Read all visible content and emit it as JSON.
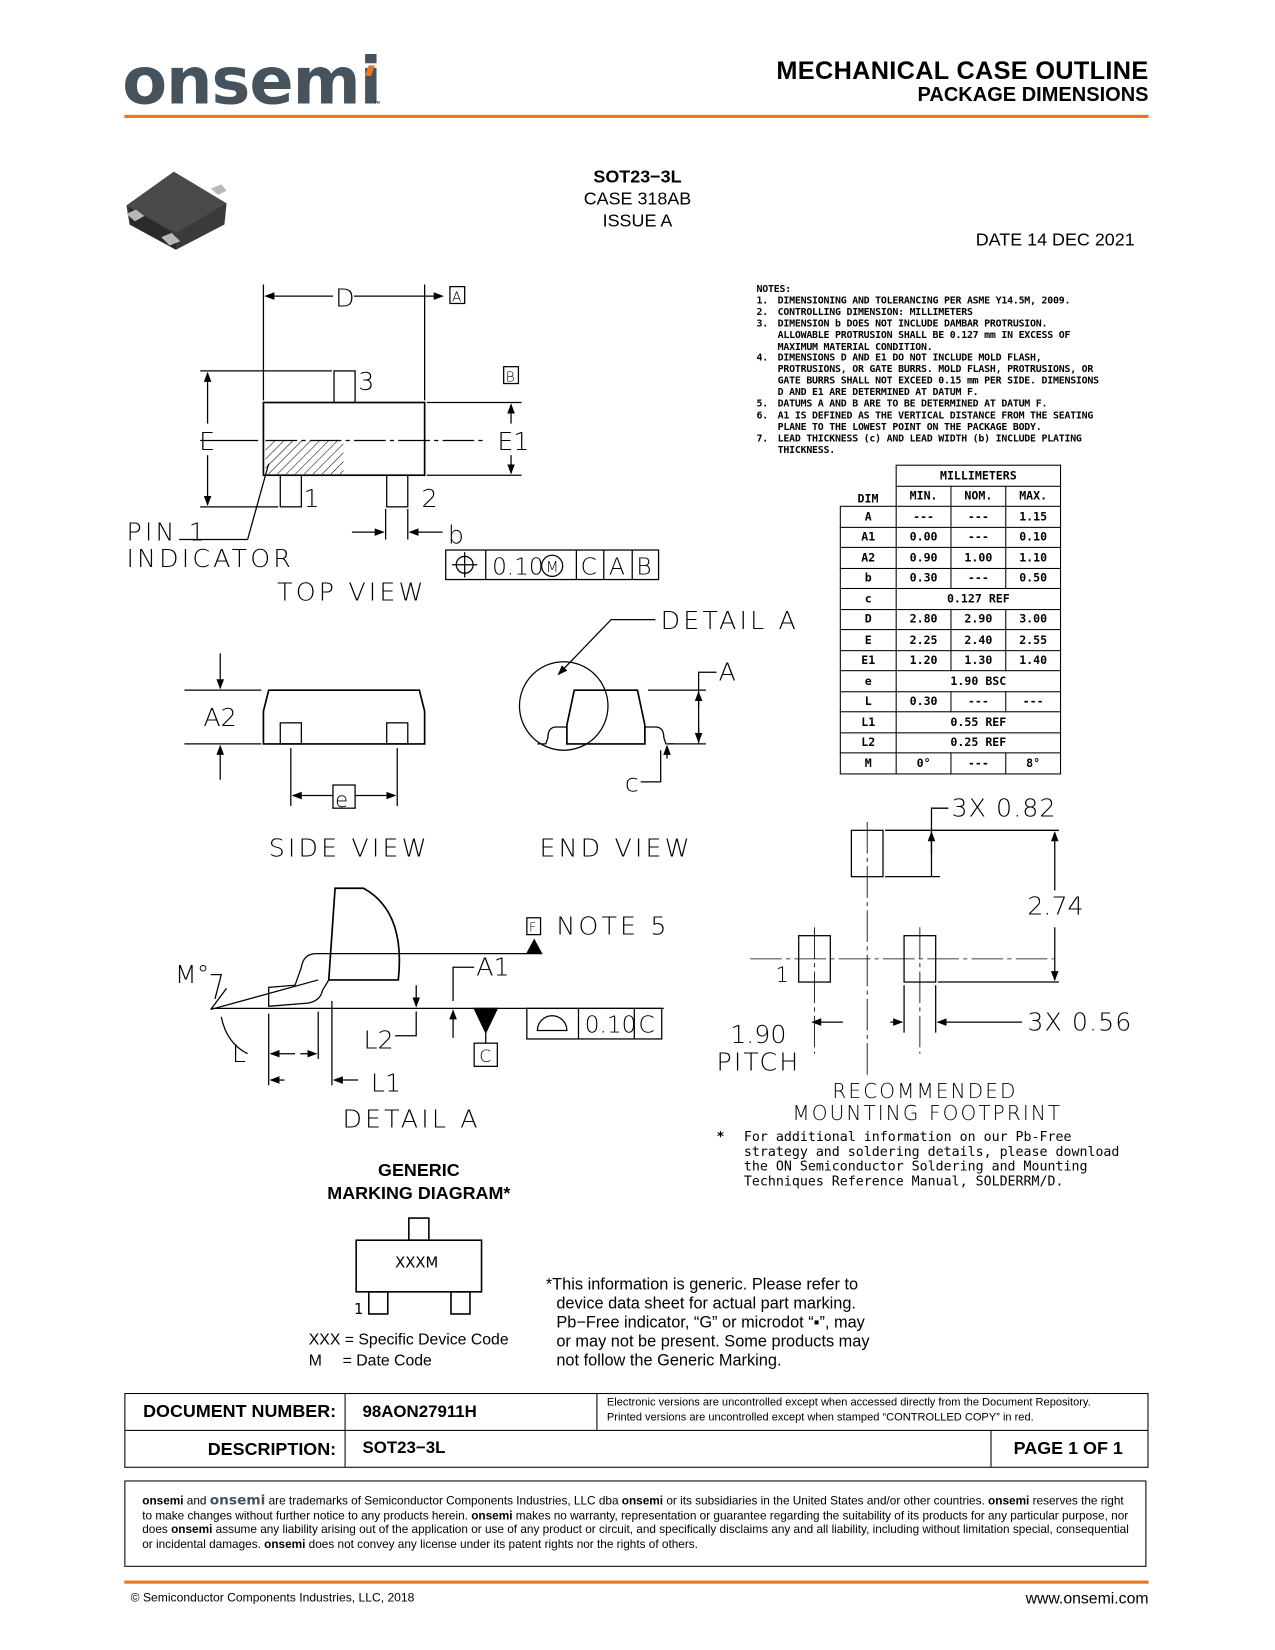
{
  "header": {
    "logo": "onsemi",
    "trademark": "™",
    "title": "MECHANICAL CASE OUTLINE",
    "subtitle": "PACKAGE DIMENSIONS"
  },
  "package": {
    "name": "SOT23−3L",
    "case": "CASE 318AB",
    "issue": "ISSUE A",
    "date": "DATE 14 DEC 2021"
  },
  "notes": {
    "title": "NOTES:",
    "items": [
      {
        "num": "1.",
        "lines": [
          "DIMENSIONING AND TOLERANCING PER ASME Y14.5M, 2009."
        ]
      },
      {
        "num": "2.",
        "lines": [
          "CONTROLLING DIMENSION: MILLIMETERS"
        ]
      },
      {
        "num": "3.",
        "lines": [
          "DIMENSION b DOES NOT INCLUDE DAMBAR PROTRUSION.",
          "ALLOWABLE PROTRUSION SHALL BE 0.127 mm IN EXCESS OF",
          "MAXIMUM MATERIAL CONDITION."
        ]
      },
      {
        "num": "4.",
        "lines": [
          "DIMENSIONS D AND E1 DO NOT INCLUDE MOLD FLASH,",
          "PROTRUSIONS, OR GATE BURRS.  MOLD FLASH, PROTRUSIONS, OR",
          "GATE BURRS SHALL NOT EXCEED 0.15 mm PER SIDE. DIMENSIONS",
          "D AND E1 ARE DETERMINED AT DATUM F."
        ]
      },
      {
        "num": "5.",
        "lines": [
          "DATUMS A AND B ARE TO BE DETERMINED AT DATUM F."
        ]
      },
      {
        "num": "6.",
        "lines": [
          "A1 IS DEFINED AS THE VERTICAL DISTANCE FROM THE SEATING",
          "PLANE TO THE LOWEST POINT ON THE PACKAGE BODY."
        ]
      },
      {
        "num": "7.",
        "lines": [
          "LEAD THICKNESS (c) AND LEAD WIDTH (b) INCLUDE PLATING",
          "THICKNESS."
        ]
      }
    ]
  },
  "dim_table": {
    "group": "MILLIMETERS",
    "headers": [
      "DIM",
      "MIN.",
      "NOM.",
      "MAX."
    ],
    "rows": [
      [
        "A",
        "---",
        "---",
        "1.15"
      ],
      [
        "A1",
        "0.00",
        "---",
        "0.10"
      ],
      [
        "A2",
        "0.90",
        "1.00",
        "1.10"
      ],
      [
        "b",
        "0.30",
        "---",
        "0.50"
      ],
      [
        "c",
        "0.127  REF"
      ],
      [
        "D",
        "2.80",
        "2.90",
        "3.00"
      ],
      [
        "E",
        "2.25",
        "2.40",
        "2.55"
      ],
      [
        "E1",
        "1.20",
        "1.30",
        "1.40"
      ],
      [
        "e",
        "1.90  BSC"
      ],
      [
        "L",
        "0.30",
        "---",
        "---"
      ],
      [
        "L1",
        "0.55  REF"
      ],
      [
        "L2",
        "0.25  REF"
      ],
      [
        "M",
        "0°",
        "---",
        "8°"
      ]
    ]
  },
  "top_view": {
    "D": "D",
    "A": "A",
    "B": "B",
    "pin3": "3",
    "E": "E",
    "E1": "E1",
    "pin1": "1",
    "pin2": "2",
    "b": "b",
    "pin1_label_1": "PIN 1",
    "pin1_label_2": "INDICATOR",
    "fcf_tol": "0.10",
    "fcf_mod": "M",
    "fcf_c": "C",
    "fcf_a": "A",
    "fcf_b": "B",
    "title": "TOP VIEW"
  },
  "side_view": {
    "A2": "A2",
    "e": "e",
    "title": "SIDE VIEW"
  },
  "end_view": {
    "detail": "DETAIL  A",
    "A": "A",
    "c": "c",
    "title": "END VIEW"
  },
  "detail_a": {
    "F": "F",
    "note": "NOTE  5",
    "M": "M°",
    "A1": "A1",
    "L2": "L2",
    "L": "L",
    "L1": "L1",
    "flat_tol": "0.10",
    "flat_c": "C",
    "datum_c": "C",
    "title": "DETAIL  A"
  },
  "footprint": {
    "w": "3X  0.82",
    "h": "2.74",
    "pin": "1",
    "pitch_val": "1.90",
    "pitch": "PITCH",
    "pad": "3X  0.56",
    "title_1": "RECOMMENDED",
    "title_2": "MOUNTING  FOOTPRINT"
  },
  "footnote": {
    "star": "*",
    "lines": [
      "For additional information on our Pb-Free",
      "strategy and soldering details, please download",
      "the ON Semiconductor Soldering and Mounting",
      "Techniques Reference Manual, SOLDERRM/D."
    ]
  },
  "marking": {
    "title_1": "GENERIC",
    "title_2": "MARKING DIAGRAM*",
    "code": "XXXM",
    "pin": "1",
    "legend": [
      {
        "key": "XXX",
        "sep": "=",
        "text": "Specific Device Code"
      },
      {
        "key": "M",
        "sep": "=",
        "text": "Date Code"
      }
    ],
    "note": [
      "*This information is generic. Please refer to",
      "device data sheet for actual part marking.",
      "Pb−Free indicator, “G” or microdot “▪”, may",
      "or may not be present. Some products may",
      "not follow the Generic Marking."
    ]
  },
  "doc_table": {
    "doc_label": "DOCUMENT NUMBER:",
    "doc_value": "98AON27911H",
    "desc_label": "DESCRIPTION:",
    "desc_value": "SOT23−3L",
    "notice_1": "Electronic versions are uncontrolled except when accessed directly from the Document Repository.",
    "notice_2": "Printed  versions are uncontrolled  except when stamped  “CONTROLLED COPY” in red.",
    "page": "PAGE 1 OF 1"
  },
  "legal": {
    "segments": [
      "onsemi",
      " and ",
      "onsemi",
      " are trademarks of Semiconductor Components Industries, LLC dba ",
      "onsemi",
      " or its subsidiaries in the United States and/or other countries. ",
      "onsemi",
      " reserves the right to make changes without further notice to any products herein. ",
      "onsemi",
      " makes no warranty, representation or guarantee regarding the suitability of its products for any particular purpose, nor does ",
      "onsemi",
      " assume any liability arising out of the application or use of any product or circuit, and specifically disclaims any and all liability, including without limitation special, consequential or incidental damages. ",
      "onsemi",
      " does not convey any license under its patent rights nor the rights of others."
    ]
  },
  "footer": {
    "copyright": "©  Semiconductor Components Industries, LLC, 2018",
    "website": "www.onsemi.com"
  },
  "colors": {
    "accent": "#e87722",
    "logo": "#46525c"
  }
}
